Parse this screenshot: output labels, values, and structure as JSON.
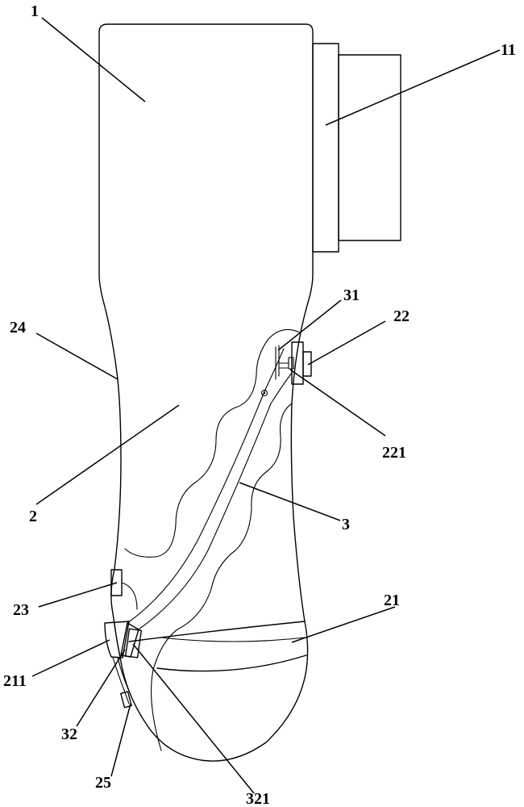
{
  "diagram": {
    "labels": {
      "l1": "1",
      "l11": "11",
      "l31": "31",
      "l22": "22",
      "l24": "24",
      "l221": "221",
      "l2": "2",
      "l3": "3",
      "l21": "21",
      "l23": "23",
      "l211": "211",
      "l32": "32",
      "l25": "25",
      "l321": "321"
    }
  }
}
